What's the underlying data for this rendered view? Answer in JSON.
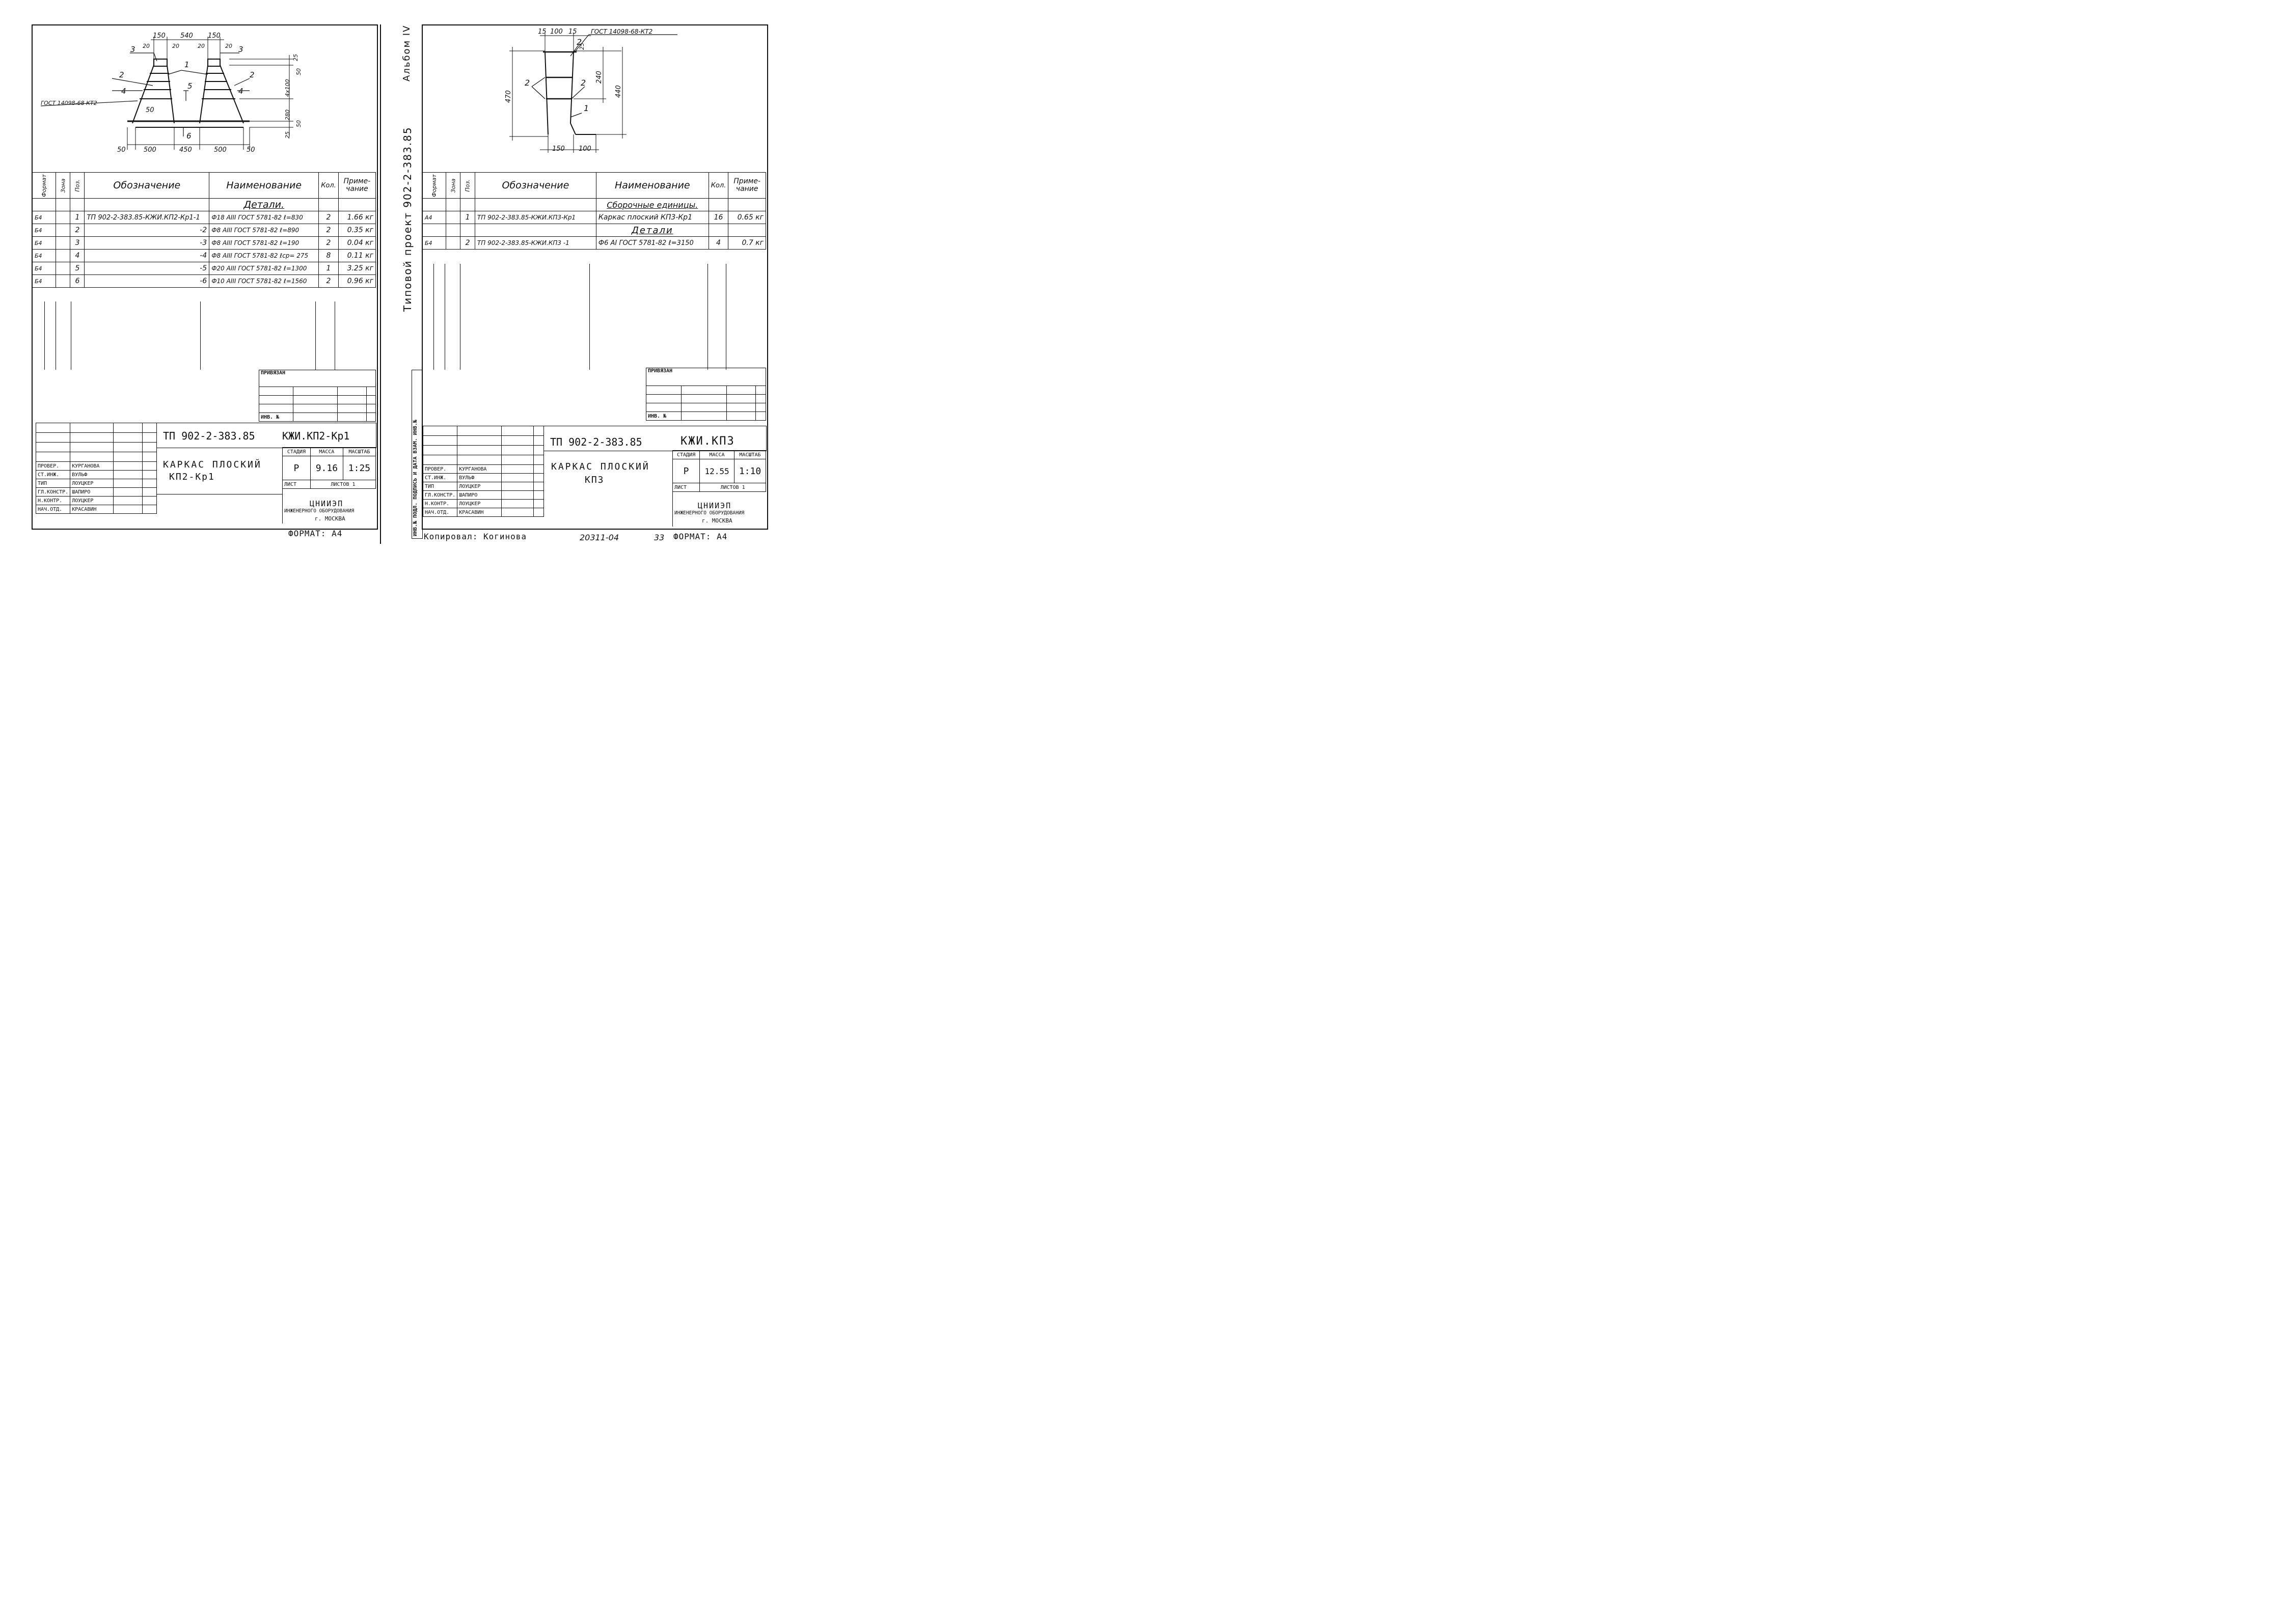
{
  "left_sheet": {
    "drawing": {
      "dims_top": [
        "150",
        "540",
        "150"
      ],
      "dims_top_small": [
        "20",
        "20",
        "20",
        "20"
      ],
      "dims_bottom": [
        "50",
        "500",
        "450",
        "500",
        "50"
      ],
      "dims_right": [
        "25",
        "50",
        "4x100",
        "280",
        "50",
        "25"
      ],
      "dim_50": "50",
      "gost_label": "ГОСТ 14098-68 КТ2",
      "callouts": [
        "1",
        "2",
        "2",
        "3",
        "3",
        "4",
        "4",
        "5",
        "6"
      ]
    },
    "table": {
      "headers": [
        "Формат",
        "Зона",
        "Поз.",
        "Обозначение",
        "Наименование",
        "Кол.",
        "Приме-\nчание"
      ],
      "section_title": "Детали.",
      "rows": [
        {
          "format": "Б4",
          "pos": "1",
          "designation": "ТП 902-2-383.85-КЖИ.КП2-Кр1-1",
          "name": "Ф18 АIII ГОСТ 5781-82 ℓ=830",
          "qty": "2",
          "note": "1.66 кг"
        },
        {
          "format": "Б4",
          "pos": "2",
          "designation": "-2",
          "name": "Ф8 АIII ГОСТ 5781-82 ℓ=890",
          "qty": "2",
          "note": "0.35 кг"
        },
        {
          "format": "Б4",
          "pos": "3",
          "designation": "-3",
          "name": "Ф8 АIII ГОСТ 5781-82 ℓ=190",
          "qty": "2",
          "note": "0.04 кг"
        },
        {
          "format": "Б4",
          "pos": "4",
          "designation": "-4",
          "name": "Ф8 АIII ГОСТ 5781-82 ℓср= 275",
          "qty": "8",
          "note": "0.11 кг"
        },
        {
          "format": "Б4",
          "pos": "5",
          "designation": "-5",
          "name": "Ф20 АIII ГОСТ 5781-82 ℓ=1300",
          "qty": "1",
          "note": "3.25 кг"
        },
        {
          "format": "Б4",
          "pos": "6",
          "designation": "-6",
          "name": "Ф10 АIII ГОСТ 5781-82 ℓ=1560",
          "qty": "2",
          "note": "0.96 кг"
        }
      ]
    },
    "privyazan": "ПРИВЯЗАН",
    "inv_no": "ИНВ. №",
    "title_block": {
      "project": "ТП 902-2-383.85",
      "code": "КЖИ.КП2-Кр1",
      "title_line1": "КАРКАС ПЛОСКИЙ",
      "title_line2": "КП2-Кр1",
      "stage_header": "СТАДИЯ",
      "mass_header": "МАССА",
      "scale_header": "МАСШТАБ",
      "stage": "Р",
      "mass": "9.16",
      "scale": "1:25",
      "sheet_label": "ЛИСТ",
      "sheets_label": "ЛИСТОВ 1",
      "org_line1": "ЦНИИЭП",
      "org_line2": "ИНЖЕНЕРНОГО ОБОРУДОВАНИЯ",
      "org_line3": "г. МОСКВА",
      "roles": [
        "ПРОВЕР.",
        "СТ.ИНЖ.",
        "ТИП",
        "ГЛ.КОНСТР.",
        "Н.КОНТР.",
        "НАЧ.ОТД."
      ],
      "names": [
        "КУРГАНОВА",
        "ВУЛЬФ",
        "ЛОУЦКЕР",
        "ШАПИРО",
        "ЛОУЦКЕР",
        "КРАСАВИН"
      ],
      "format": "ФОРМАТ: А4"
    }
  },
  "spine": {
    "album": "Альбом IV",
    "project": "Типовой проект 902-2-383.85",
    "stamp_labels": "ИНВ.№ ПОДЛ. ПОДПИСЬ И ДАТА ВЗАМ. ИНВ.№"
  },
  "right_sheet": {
    "drawing": {
      "dims_top": [
        "15",
        "100",
        "15"
      ],
      "gost_label": "ГОСТ 14098-68-КТ2",
      "dim_25": "25",
      "dims_left": [
        "470"
      ],
      "dims_right": [
        "240",
        "440"
      ],
      "dims_bottom": [
        "150",
        "100"
      ],
      "callouts": [
        "1",
        "2",
        "2",
        "2"
      ]
    },
    "table": {
      "headers": [
        "Формат",
        "Зона",
        "Поз.",
        "Обозначение",
        "Наименование",
        "Кол.",
        "Приме-\nчание"
      ],
      "rows": [
        {
          "type": "section",
          "title": "Сборочные единицы."
        },
        {
          "type": "item",
          "format": "А4",
          "pos": "1",
          "designation": "ТП 902-2-383.85-КЖИ.КП3-Кр1",
          "name": "Каркас плоский КП3-Кр1",
          "qty": "16",
          "note": "0.65 кг"
        },
        {
          "type": "section",
          "title": "Детали"
        },
        {
          "type": "item",
          "format": "Б4",
          "pos": "2",
          "designation": "ТП 902-2-383.85-КЖИ.КП3 -1",
          "name": "Ф6 АI ГОСТ 5781-82 ℓ=3150",
          "qty": "4",
          "note": "0.7 кг"
        }
      ]
    },
    "privyazan": "ПРИВЯЗАН",
    "inv_no": "ИНВ. №",
    "title_block": {
      "project": "ТП 902-2-383.85",
      "code": "КЖИ.КП3",
      "title_line1": "КАРКАС ПЛОСКИЙ",
      "title_line2": "КП3",
      "stage_header": "СТАДИЯ",
      "mass_header": "МАССА",
      "scale_header": "МАСШТАБ",
      "stage": "Р",
      "mass": "12.55",
      "scale": "1:10",
      "sheet_label": "ЛИСТ",
      "sheets_label": "ЛИСТОВ 1",
      "org_line1": "ЦНИИЭП",
      "org_line2": "ИНЖЕНЕРНОГО ОБОРУДОВАНИЯ",
      "org_line3": "г. МОСКВА",
      "roles": [
        "ПРОВЕР.",
        "СТ.ИНЖ.",
        "ТИП",
        "ГЛ.КОНСТР.",
        "Н.КОНТР.",
        "НАЧ.ОТД."
      ],
      "names": [
        "КУРГАНОВА",
        "ВУЛЬФ",
        "ЛОУЦКЕР",
        "ШАПИРО",
        "ЛОУЦКЕР",
        "КРАСАВИН"
      ],
      "format": "ФОРМАТ: А4"
    },
    "footer": {
      "copied": "Копировал: Когинова",
      "order": "20311-04",
      "page": "33"
    }
  }
}
